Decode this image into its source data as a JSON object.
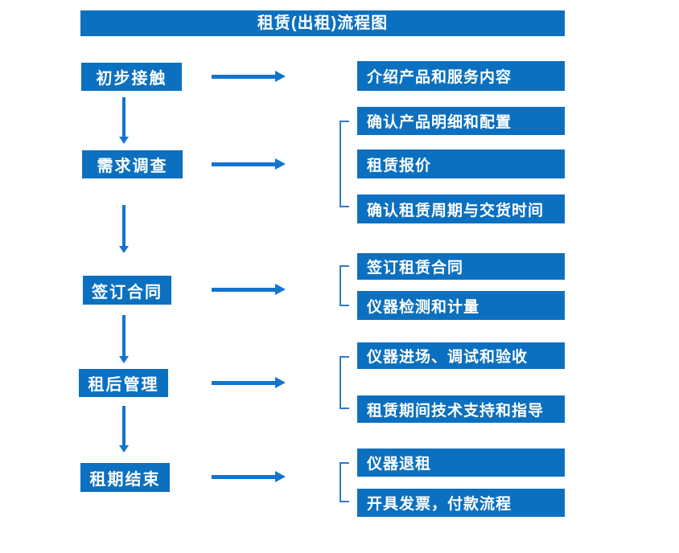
{
  "title": "租赁(出租)流程图",
  "colors": {
    "box": "#0C70C0",
    "arrow": "#1474CC",
    "bracket": "#2E7BC9",
    "text": "#FFFFFF",
    "bg": "#FFFFFF"
  },
  "flow": {
    "steps": [
      {
        "label": "初步接触",
        "outputs": [
          "介绍产品和服务内容"
        ]
      },
      {
        "label": "需求调查",
        "outputs": [
          "确认产品明细和配置",
          "租赁报价",
          "确认租赁周期与交货时间"
        ]
      },
      {
        "label": "签订合同",
        "outputs": [
          "签订租赁合同",
          "仪器检测和计量"
        ]
      },
      {
        "label": "租后管理",
        "outputs": [
          "仪器进场、调试和验收",
          "租赁期间技术支持和指导"
        ]
      },
      {
        "label": "租期结束",
        "outputs": [
          "仪器退租",
          "开具发票，付款流程"
        ]
      }
    ]
  }
}
